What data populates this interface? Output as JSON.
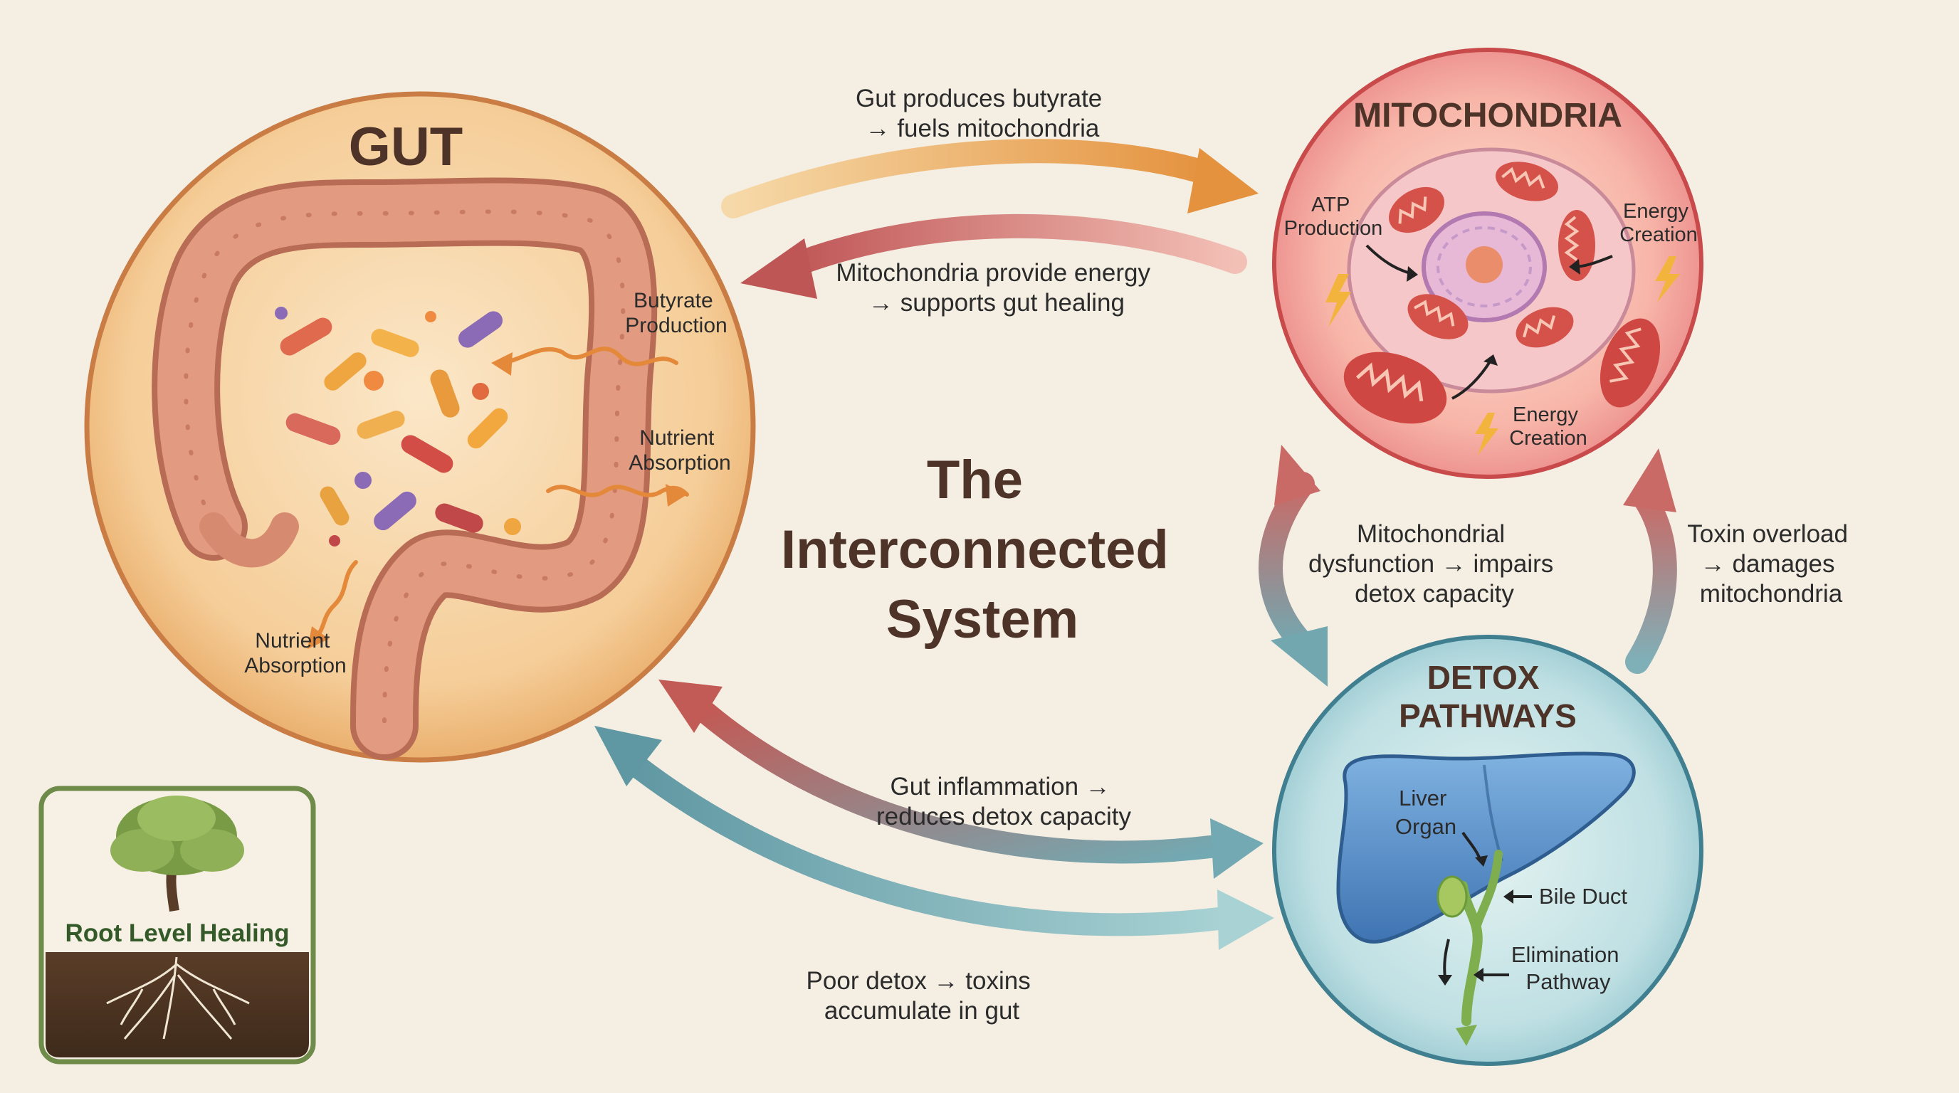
{
  "title": {
    "line1": "The",
    "line2": "Interconnected",
    "line3": "System"
  },
  "nodes": {
    "gut": {
      "heading": "GUT",
      "butyrate_1": "Butyrate",
      "butyrate_2": "Production",
      "nutrient_right_1": "Nutrient",
      "nutrient_right_2": "Absorption",
      "nutrient_bottom_1": "Nutrient",
      "nutrient_bottom_2": "Absorption"
    },
    "mitochondria": {
      "heading": "MITOCHONDRIA",
      "atp_1": "ATP",
      "atp_2": "Production",
      "energy_right_1": "Energy",
      "energy_right_2": "Creation",
      "energy_bottom_1": "Energy",
      "energy_bottom_2": "Creation"
    },
    "detox": {
      "heading_1": "DETOX",
      "heading_2": "PATHWAYS",
      "liver_1": "Liver",
      "liver_2": "Organ",
      "bile": "Bile Duct",
      "elim_1": "Elimination",
      "elim_2": "Pathway"
    }
  },
  "connections": {
    "gut_to_mito_1": "Gut produces butyrate",
    "gut_to_mito_2": "→ fuels mitochondria",
    "mito_to_gut_1": "Mitochondria provide energy",
    "mito_to_gut_2": "→ supports gut healing",
    "mito_detox_1": "Mitochondrial",
    "mito_detox_2": "dysfunction → impairs",
    "mito_detox_3": "detox capacity",
    "toxin_1": "Toxin overload",
    "toxin_2": "→ damages",
    "toxin_3": "mitochondria",
    "gut_to_detox_1": "Gut inflammation →",
    "gut_to_detox_2": "reduces detox capacity",
    "detox_to_gut_1": "Poor detox → toxins",
    "detox_to_gut_2": "accumulate in gut"
  },
  "logo": {
    "text": "Root Level Healing"
  },
  "colors": {
    "gut_fill": "#f3c58c",
    "gut_border": "#c97c44",
    "mito_fill": "#f19a9a",
    "mito_border": "#c94a4a",
    "detox_fill": "#a9d4dc",
    "detox_border": "#3f7f90",
    "arrow_orange": "#e29a4a",
    "arrow_red": "#c56060",
    "arrow_teal": "#6fa3ad",
    "title": "#4e3328",
    "logo_border": "#6e8b4a"
  }
}
